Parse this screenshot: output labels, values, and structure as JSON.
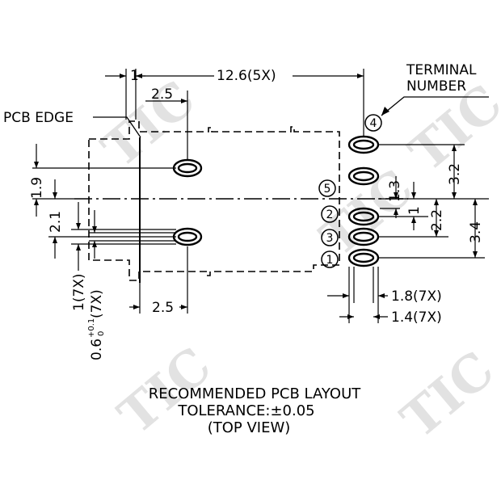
{
  "labels": {
    "pcb_edge": "PCB EDGE",
    "terminal_line1": "TERMINAL",
    "terminal_line2": "NUMBER"
  },
  "dimensions": {
    "d_1_top": "1",
    "d_12_6": "12.6(5X)",
    "d_2_5_top": "2.5",
    "d_2_5_bottom": "2.5",
    "d_1_9": "1.9",
    "d_2_1": "2.1",
    "d_1_3": "1.3",
    "d_1_right": "1",
    "d_2_2": "2.2",
    "d_3_2": "3.2",
    "d_3_4": "3.4",
    "d_1_8": "1.8(7X)",
    "d_1_4": "1.4(7X)",
    "d_1_7x": "1(7X)",
    "d_0_6_base": "0.6",
    "d_0_6_sup": "+0.1",
    "d_0_6_sub": "0",
    "d_0_6_suffix": "(7X)"
  },
  "terminals": [
    "1",
    "2",
    "3",
    "4",
    "5"
  ],
  "caption": {
    "line1": "RECOMMENDED PCB LAYOUT",
    "line2": "TOLERANCE:±0.05",
    "line3": "(TOP VIEW)"
  },
  "watermark": "TIC",
  "colors": {
    "line": "#000000",
    "watermark": "#e2e2e2"
  }
}
